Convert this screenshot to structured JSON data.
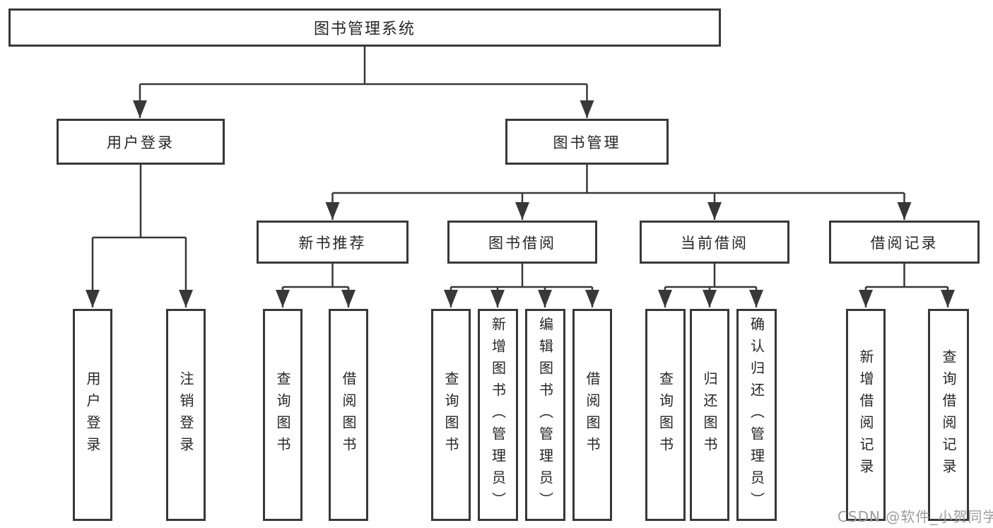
{
  "title": {
    "label": "图书管理系统"
  },
  "level2": {
    "user_login": "用户登录",
    "book_management": "图书管理"
  },
  "level3": {
    "new_book_recommend": "新书推荐",
    "book_borrow": "图书借阅",
    "current_borrow": "当前借阅",
    "borrow_records": "借阅记录"
  },
  "leaves": {
    "user_login": "用户登录",
    "logout": "注销登录",
    "recommend_query_books": "查询图书",
    "recommend_borrow_books": "借阅图书",
    "borrow_query_books": "查询图书",
    "add_book_admin": "新增图书（管理员）",
    "edit_book_admin": "编辑图书（管理员）",
    "borrow_borrow_books": "借阅图书",
    "current_query_books": "查询图书",
    "return_books": "归还图书",
    "confirm_return_admin": "确认归还（管理员）",
    "add_borrow_record": "新增借阅记录",
    "query_borrow_record": "查询借阅记录"
  },
  "watermark": "CSDN @软件_小贺同学",
  "colors": {
    "line": "#383838",
    "text": "#262626",
    "watermark": "#9c9c9c",
    "background": "#ffffff"
  }
}
